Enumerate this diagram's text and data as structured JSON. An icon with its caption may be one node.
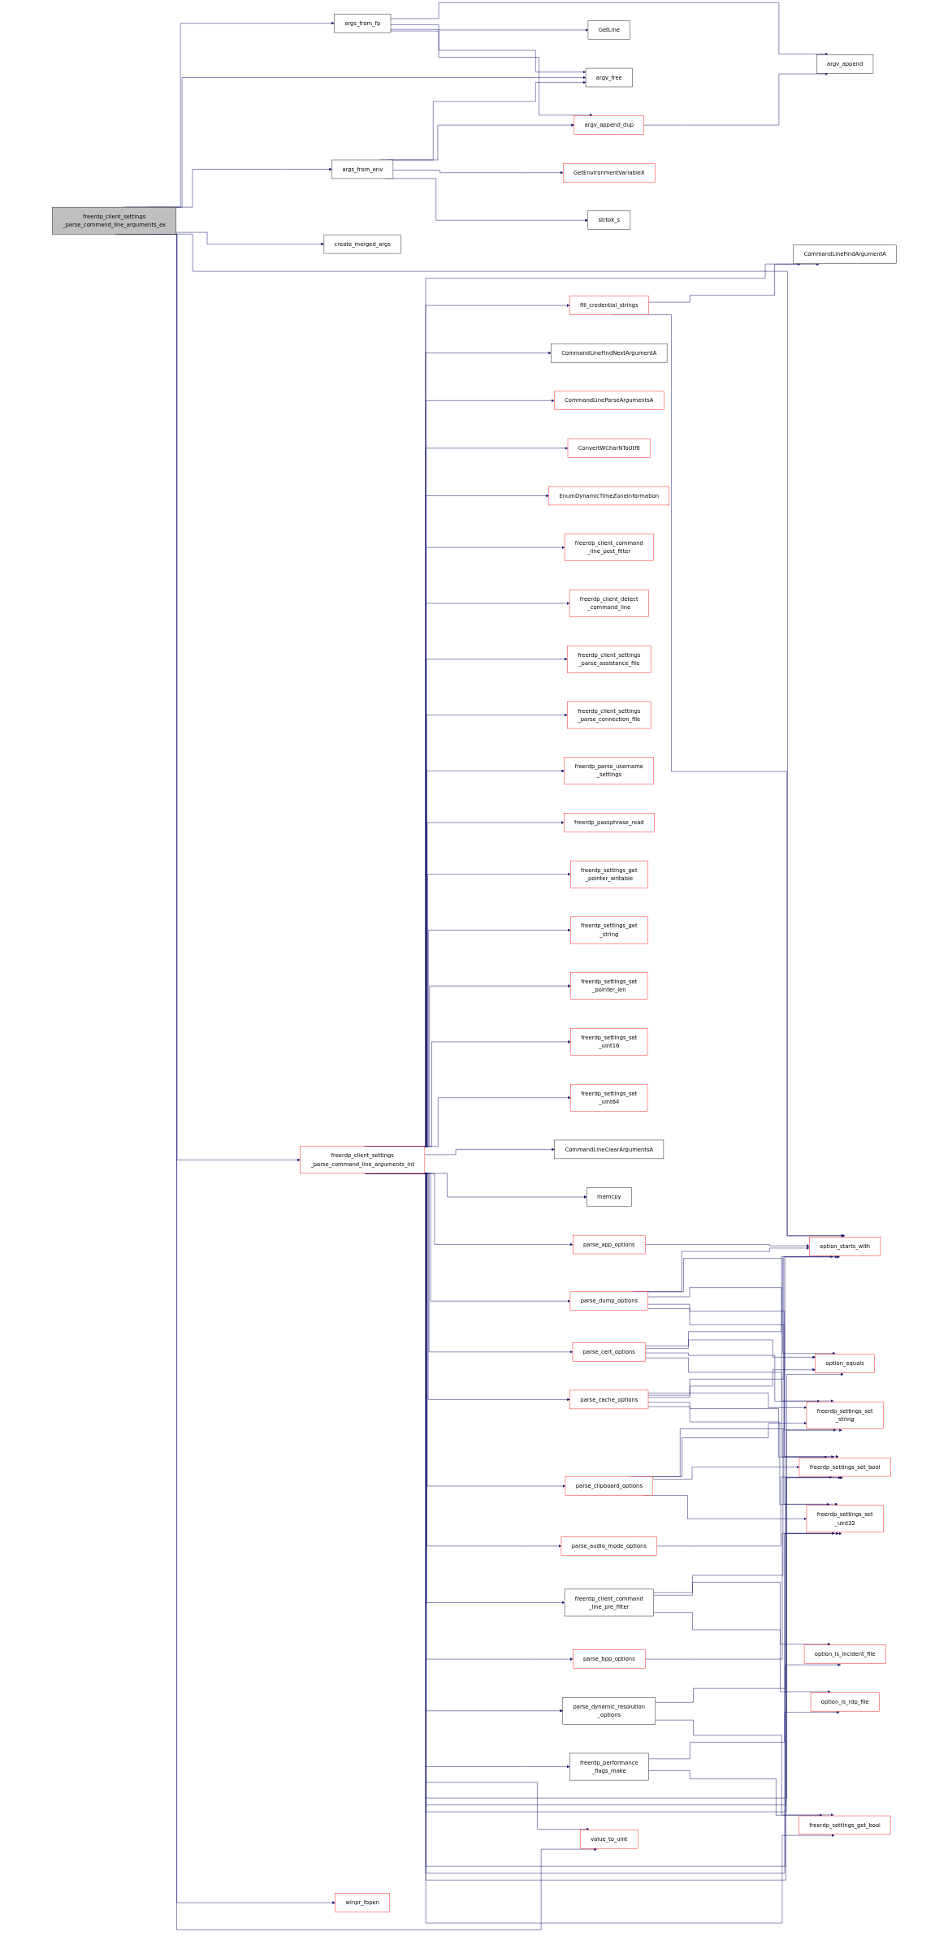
{
  "diagram": {
    "nodes": [
      {
        "text": [
          "freerdp_client_settings _parse_command_line_arguments_ex"
        ]
      },
      {
        "text": [
          "args_from_fp"
        ]
      },
      {
        "text": [
          "GetLine"
        ]
      },
      {
        "text": [
          "argv_free"
        ]
      },
      {
        "text": [
          "argv_append"
        ]
      },
      {
        "text": [
          "argv_append_dup"
        ]
      },
      {
        "text": [
          "args_from_env"
        ]
      },
      {
        "text": [
          "GetEnvironmentVariableX"
        ]
      },
      {
        "text": [
          "strtok_s"
        ]
      },
      {
        "text": [
          "create_merged_args"
        ]
      },
      {
        "text": [
          "CommandLineFindArgumentA"
        ]
      },
      {
        "text": [
          "option_starts_with"
        ]
      },
      {
        "text": [
          "freerdp_client_settings _parse_command_line_arguments_int"
        ]
      },
      {
        "text": [
          "winpr_fopen"
        ]
      },
      {
        "text": [
          "value_to_uint"
        ]
      },
      {
        "text": [
          "fill_credential_strings"
        ]
      },
      {
        "text": [
          "CommandLineFindNextArgumentA"
        ]
      },
      {
        "text": [
          "CommandLineParseArgumentsA"
        ]
      },
      {
        "text": [
          "ConvertWCharNToUtf8"
        ]
      },
      {
        "text": [
          "EnumDynamicTimeZoneInformation"
        ]
      },
      {
        "text": [
          "freerdp_client_command _line_post_filter"
        ]
      },
      {
        "text": [
          "freerdp_client_detect _command_line"
        ]
      },
      {
        "text": [
          "freerdp_client_settings _parse_assistance_file"
        ]
      },
      {
        "text": [
          "freerdp_client_settings _parse_connection_file"
        ]
      },
      {
        "text": [
          "freerdp_parse_username _settings"
        ]
      },
      {
        "text": [
          "freerdp_passphrase_read"
        ]
      },
      {
        "text": [
          "freerdp_settings_get _pointer_writable"
        ]
      },
      {
        "text": [
          "freerdp_settings_get _string"
        ]
      },
      {
        "text": [
          "freerdp_settings_set _pointer_len"
        ]
      },
      {
        "text": [
          "freerdp_settings_set _uint16"
        ]
      },
      {
        "text": [
          "freerdp_settings_set _uint64"
        ]
      },
      {
        "text": [
          "CommandLineClearArgumentsA"
        ]
      },
      {
        "text": [
          "memcpy"
        ]
      },
      {
        "text": [
          "parse_app_options"
        ]
      },
      {
        "text": [
          "parse_dump_options"
        ]
      },
      {
        "text": [
          "parse_cert_options"
        ]
      },
      {
        "text": [
          "parse_cache_options"
        ]
      },
      {
        "text": [
          "parse_clipboard_options"
        ]
      },
      {
        "text": [
          "parse_audio_mode_options"
        ]
      },
      {
        "text": [
          "freerdp_client_command _line_pre_filter"
        ]
      },
      {
        "text": [
          "parse_bpp_options"
        ]
      },
      {
        "text": [
          "parse_dynamic_resolution _options"
        ]
      },
      {
        "text": [
          "freerdp_performance _flags_make"
        ]
      },
      {
        "text": [
          "option_equals"
        ]
      },
      {
        "text": [
          "freerdp_settings_set _string"
        ]
      },
      {
        "text": [
          "freerdp_settings_set_bool"
        ]
      },
      {
        "text": [
          "option_is_incident_file"
        ]
      },
      {
        "text": [
          "option_is_rdp_file"
        ]
      },
      {
        "text": [
          "freerdp_settings_set _uint32"
        ]
      },
      {
        "text": [
          "freerdp_settings_get_bool"
        ]
      }
    ],
    "edges": [
      {
        "from": 0,
        "to": 1,
        "arrow": "to"
      },
      {
        "from": 0,
        "to": 3,
        "arrow": "to"
      },
      {
        "from": 0,
        "to": 6,
        "arrow": "to"
      },
      {
        "from": 0,
        "to": 9,
        "arrow": "to"
      },
      {
        "from": 0,
        "to": 11,
        "arrow": "to"
      },
      {
        "from": 0,
        "to": 12,
        "arrow": "to"
      },
      {
        "from": 0,
        "to": 13,
        "arrow": "to"
      },
      {
        "from": 0,
        "to": 14,
        "arrow": "to"
      },
      {
        "from": 1,
        "to": 4,
        "arrow": "to"
      },
      {
        "from": 1,
        "to": 2,
        "arrow": "to"
      },
      {
        "from": 1,
        "to": 3,
        "arrow": "to"
      },
      {
        "from": 1,
        "to": 5,
        "arrow": "to"
      },
      {
        "from": 5,
        "to": 4,
        "arrow": "to"
      },
      {
        "from": 6,
        "to": 3,
        "arrow": "to"
      },
      {
        "from": 6,
        "to": 5,
        "arrow": "to"
      },
      {
        "from": 6,
        "to": 7,
        "arrow": "to"
      },
      {
        "from": 6,
        "to": 8,
        "arrow": "to"
      },
      {
        "from": 12,
        "to": 10,
        "arrow": "to"
      },
      {
        "from": 12,
        "to": 15,
        "arrow": "to"
      },
      {
        "from": 12,
        "to": 16,
        "arrow": "to"
      },
      {
        "from": 12,
        "to": 17,
        "arrow": "to"
      },
      {
        "from": 12,
        "to": 18,
        "arrow": "to"
      },
      {
        "from": 12,
        "to": 19,
        "arrow": "to"
      },
      {
        "from": 12,
        "to": 20,
        "arrow": "to"
      },
      {
        "from": 12,
        "to": 21,
        "arrow": "to"
      },
      {
        "from": 12,
        "to": 22,
        "arrow": "to"
      },
      {
        "from": 12,
        "to": 23,
        "arrow": "to"
      },
      {
        "from": 12,
        "to": 24,
        "arrow": "to"
      },
      {
        "from": 12,
        "to": 25,
        "arrow": "to"
      },
      {
        "from": 12,
        "to": 26,
        "arrow": "to"
      },
      {
        "from": 12,
        "to": 27,
        "arrow": "to"
      },
      {
        "from": 12,
        "to": 28,
        "arrow": "to"
      },
      {
        "from": 12,
        "to": 29,
        "arrow": "to"
      },
      {
        "from": 12,
        "to": 30,
        "arrow": "to"
      },
      {
        "from": 12,
        "to": 31,
        "arrow": "to"
      },
      {
        "from": 12,
        "to": 32,
        "arrow": "to"
      },
      {
        "from": 12,
        "to": 33,
        "arrow": "to"
      },
      {
        "from": 12,
        "to": 34,
        "arrow": "to"
      },
      {
        "from": 12,
        "to": 35,
        "arrow": "to"
      },
      {
        "from": 12,
        "to": 36,
        "arrow": "to"
      },
      {
        "from": 12,
        "to": 37,
        "arrow": "to"
      },
      {
        "from": 12,
        "to": 38,
        "arrow": "to"
      },
      {
        "from": 12,
        "to": 39,
        "arrow": "to"
      },
      {
        "from": 12,
        "to": 40,
        "arrow": "to"
      },
      {
        "from": 12,
        "to": 41,
        "arrow": "to"
      },
      {
        "from": 12,
        "to": 42,
        "arrow": "to"
      },
      {
        "from": 12,
        "to": 14,
        "arrow": "to"
      },
      {
        "from": 12,
        "to": 43,
        "arrow": "to"
      },
      {
        "from": 12,
        "to": 44,
        "arrow": "to"
      },
      {
        "from": 12,
        "to": 45,
        "arrow": "to"
      },
      {
        "from": 12,
        "to": 46,
        "arrow": "to"
      },
      {
        "from": 12,
        "to": 47,
        "arrow": "to"
      },
      {
        "from": 12,
        "to": 48,
        "arrow": "to"
      },
      {
        "from": 12,
        "to": 49,
        "arrow": "to"
      },
      {
        "from": 15,
        "to": 10,
        "arrow": "to"
      },
      {
        "from": 15,
        "to": 11,
        "arrow": "to"
      },
      {
        "from": 33,
        "to": 11,
        "arrow": "to"
      },
      {
        "from": 34,
        "to": 11,
        "arrow": "to"
      },
      {
        "from": 34,
        "to": 43,
        "arrow": "to"
      },
      {
        "from": 34,
        "to": 44,
        "arrow": "to"
      },
      {
        "from": 34,
        "to": 45,
        "arrow": "to"
      },
      {
        "from": 34,
        "to": 48,
        "arrow": "to"
      },
      {
        "from": 35,
        "to": 11,
        "arrow": "to"
      },
      {
        "from": 35,
        "to": 43,
        "arrow": "to"
      },
      {
        "from": 35,
        "to": 44,
        "arrow": "to"
      },
      {
        "from": 35,
        "to": 45,
        "arrow": "to"
      },
      {
        "from": 36,
        "to": 11,
        "arrow": "to"
      },
      {
        "from": 36,
        "to": 43,
        "arrow": "to"
      },
      {
        "from": 36,
        "to": 44,
        "arrow": "to"
      },
      {
        "from": 36,
        "to": 45,
        "arrow": "to"
      },
      {
        "from": 36,
        "to": 48,
        "arrow": "to"
      },
      {
        "from": 37,
        "to": 11,
        "arrow": "to"
      },
      {
        "from": 37,
        "to": 44,
        "arrow": "to"
      },
      {
        "from": 37,
        "to": 45,
        "arrow": "to"
      },
      {
        "from": 37,
        "to": 48,
        "arrow": "to"
      },
      {
        "from": 38,
        "to": 45,
        "arrow": "to"
      },
      {
        "from": 39,
        "to": 44,
        "arrow": "to"
      },
      {
        "from": 39,
        "to": 46,
        "arrow": "to"
      },
      {
        "from": 39,
        "to": 47,
        "arrow": "to"
      },
      {
        "from": 40,
        "to": 48,
        "arrow": "to"
      },
      {
        "from": 41,
        "to": 45,
        "arrow": "to"
      },
      {
        "from": 41,
        "to": 49,
        "arrow": "to"
      },
      {
        "from": 42,
        "to": 48,
        "arrow": "to"
      },
      {
        "from": 42,
        "to": 49,
        "arrow": "to"
      }
    ]
  }
}
